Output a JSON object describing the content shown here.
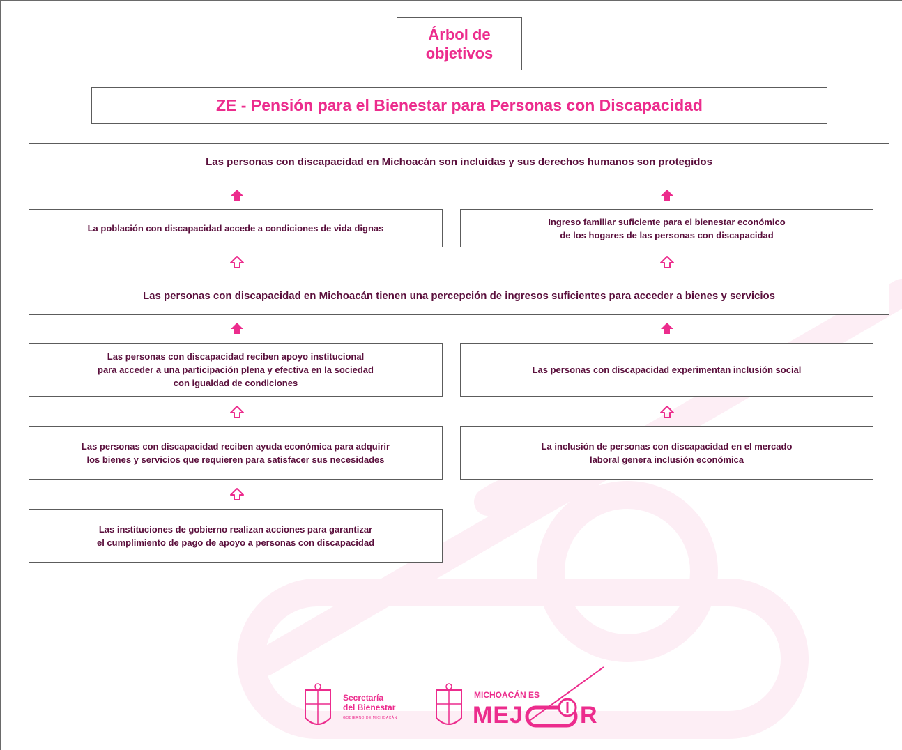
{
  "title": {
    "line1": "Árbol de",
    "line2": "objetivos"
  },
  "program": "ZE - Pensión para el Bienestar para Personas con Discapacidad",
  "tree": {
    "fin": "Las personas con discapacidad en Michoacán son incluidas y sus derechos humanos son protegidos",
    "fin_left": "La población con discapacidad accede a condiciones de vida dignas",
    "fin_right": {
      "line1": "Ingreso familiar suficiente para el bienestar económico",
      "line2": "de los hogares de las personas con discapacidad"
    },
    "proposito": "Las personas con discapacidad en Michoacán tienen una percepción de ingresos suficientes para acceder a bienes y servicios",
    "comp_left": {
      "line1": "Las personas con discapacidad reciben apoyo institucional",
      "line2": "para acceder a una participación plena y efectiva en la sociedad",
      "line3": "con igualdad de condiciones"
    },
    "comp_right": "Las personas con discapacidad experimentan inclusión social",
    "act_left": {
      "line1": "Las personas con discapacidad reciben ayuda económica para adquirir",
      "line2": "los bienes y servicios que requieren para satisfacer sus necesidades"
    },
    "act_right": {
      "line1": "La inclusión de personas con discapacidad en el mercado",
      "line2": "laboral genera inclusión económica"
    },
    "act_bottom": {
      "line1": "Las instituciones de gobierno realizan acciones para garantizar",
      "line2": "el cumplimiento de pago de apoyo a personas con discapacidad"
    }
  },
  "logos": {
    "secretaria_line1": "Secretaría",
    "secretaria_line2": "del Bienestar",
    "secretaria_sub": "GOBIERNO DE MICHOACÁN",
    "michoacan_top": "MICHOACÁN ES",
    "michoacan_left": "MEJ",
    "michoacan_right": "R"
  },
  "colors": {
    "accent": "#ec2c8d",
    "text": "#5a0f3c",
    "border": "#5c5c5c",
    "watermark": "#fdeef5"
  }
}
